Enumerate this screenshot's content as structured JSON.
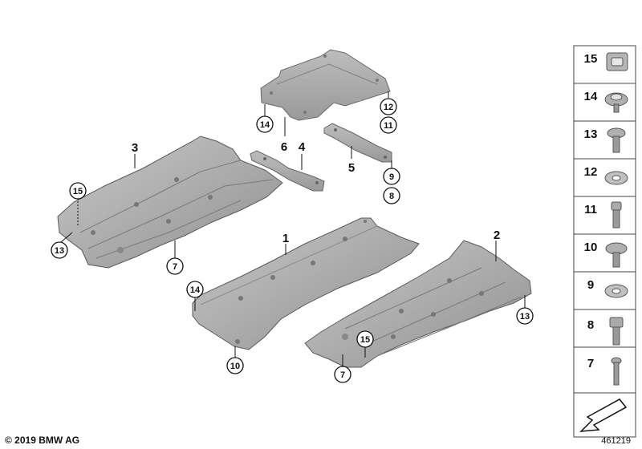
{
  "parts": {
    "p1": "1",
    "p2": "2",
    "p3": "3",
    "p4": "4",
    "p5": "5",
    "p6": "6"
  },
  "callouts": {
    "c14_top": "14",
    "c12_top": "12",
    "c11_top": "11",
    "c9": "9",
    "c8": "8",
    "c15_left": "15",
    "c13_left": "13",
    "c7_left": "7",
    "c14_mid": "14",
    "c10": "10",
    "c15_right": "15",
    "c7_right": "7",
    "c13_right": "13"
  },
  "legend": [
    "15",
    "14",
    "13",
    "12",
    "11",
    "10",
    "9",
    "8",
    "7"
  ],
  "footer": {
    "copyright": "© 2019 BMW AG",
    "diagram_id": "461219"
  }
}
